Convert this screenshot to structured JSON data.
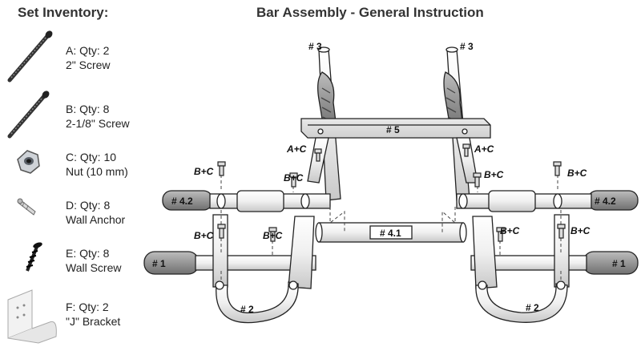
{
  "inventory": {
    "title": "Set Inventory:",
    "items": [
      {
        "line1": "A: Qty: 2",
        "line2": "2\" Screw",
        "icon": "long-screw-icon"
      },
      {
        "line1": "B: Qty: 8",
        "line2": "2-1/8\" Screw",
        "icon": "screw-icon"
      },
      {
        "line1": "C: Qty: 10",
        "line2": "Nut (10 mm)",
        "icon": "nut-icon"
      },
      {
        "line1": "D: Qty: 8",
        "line2": "Wall Anchor",
        "icon": "wall-anchor-icon"
      },
      {
        "line1": "E: Qty: 8",
        "line2": "Wall Screw",
        "icon": "wall-screw-icon"
      },
      {
        "line1": "F: Qty: 2",
        "line2": "\"J\" Bracket",
        "icon": "j-bracket-icon"
      }
    ]
  },
  "diagram": {
    "title": "Bar Assembly - General Instruction",
    "labels": {
      "part3": "# 3",
      "part5": "# 5",
      "part41": "# 4.1",
      "part42": "# 4.2",
      "part1": "# 1",
      "part2": "# 2",
      "ac": "A+C",
      "bc": "B+C"
    }
  }
}
